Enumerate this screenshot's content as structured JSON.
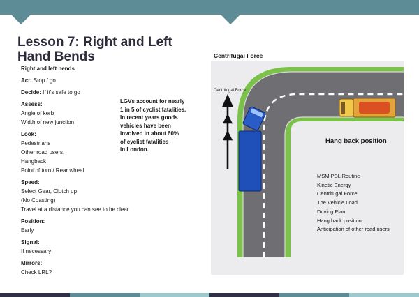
{
  "lesson": {
    "title": "Lesson 7: Right and Left Hand Bends",
    "items": [
      {
        "text": "Right and left bends",
        "heading": true
      },
      {
        "parts": [
          {
            "text": "Act:",
            "heading": true
          },
          {
            "text": " Stop / go",
            "heading": false
          }
        ]
      },
      {
        "parts": [
          {
            "text": "Decide:",
            "heading": true
          },
          {
            "text": " If it’s safe to go",
            "heading": false
          }
        ]
      },
      {
        "text": "Assess:",
        "heading": true
      },
      {
        "text": "Angle of kerb",
        "heading": false
      },
      {
        "text": "Width of new junction",
        "heading": false
      },
      {
        "text": "Look:",
        "heading": true
      },
      {
        "text": "Pedestrians",
        "heading": false
      },
      {
        "text": "Other road users,",
        "heading": false
      },
      {
        "text": "Hangback",
        "heading": false
      },
      {
        "text": "Point of turn / Rear wheel",
        "heading": false
      },
      {
        "text": "Speed:",
        "heading": true
      },
      {
        "text": "Select Gear, Clutch up",
        "heading": false
      },
      {
        "text": "(No Coasting)",
        "heading": false
      },
      {
        "text": "Travel at a distance you can see to be clear",
        "heading": false
      },
      {
        "text": "Position:",
        "heading": true
      },
      {
        "text": "Early",
        "heading": false
      },
      {
        "text": "Signal:",
        "heading": true
      },
      {
        "text": "If necessary",
        "heading": false
      },
      {
        "text": "Mirrors:",
        "heading": true
      },
      {
        "text": "Check LRL?",
        "heading": false
      }
    ]
  },
  "callout": {
    "lines": [
      "LGVs account for nearly",
      "1 in 5 of cyclist fatalities.",
      "In recent years goods",
      "vehicles have been",
      "involved in about 60%",
      "of cyclist fatalities",
      "in London."
    ]
  },
  "diagram": {
    "title": "Centrifugal Force",
    "arrow_label": "Centrifugal Force",
    "hang_back_label": "Hang back position"
  },
  "topics": [
    "MSM PSL Routine",
    "Kinetic Energy",
    "Centrifugal Force",
    "The Vehicle Load",
    "Driving Plan",
    "Hang back position",
    "Anticipation of other road users"
  ],
  "colors": {
    "banner": "#5e8c96",
    "footer": [
      "#2f2f45",
      "#5e8c96",
      "#9ec9cc",
      "#2f2f45",
      "#5e8c96",
      "#9ec9cc"
    ],
    "grass": "#7cc24a",
    "road": "#6f6f73",
    "lorry_blue": "#1f4fb8"
  }
}
